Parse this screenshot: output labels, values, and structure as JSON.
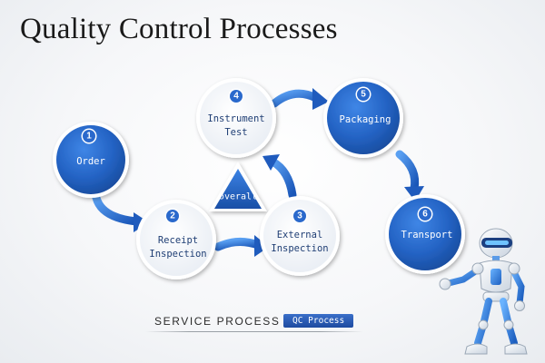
{
  "title": "Quality Control Processes",
  "center_label": "overall",
  "steps": [
    {
      "number": "1",
      "line1": "Order",
      "line2": ""
    },
    {
      "number": "2",
      "line1": "Receipt",
      "line2": "Inspection"
    },
    {
      "number": "3",
      "line1": "External",
      "line2": "Inspection"
    },
    {
      "number": "4",
      "line1": "Instrument",
      "line2": "Test"
    },
    {
      "number": "5",
      "line1": "Packaging",
      "line2": ""
    },
    {
      "number": "6",
      "line1": "Transport",
      "line2": ""
    }
  ],
  "footer": {
    "text": "SERVICE PROCESS",
    "badge": "QC Process"
  },
  "colors": {
    "primary": "#2c6bd0",
    "dark": "#1b4fa3",
    "accent": "#3a8af0"
  }
}
